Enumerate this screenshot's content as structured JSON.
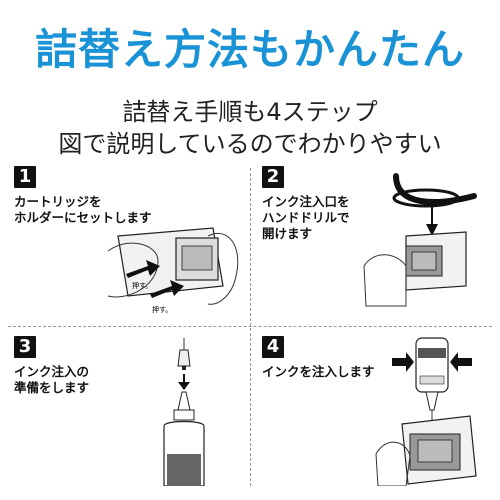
{
  "colors": {
    "title": "#1a93d6",
    "text": "#111111",
    "divider": "#999999"
  },
  "title": "詰替え方法もかんたん",
  "subtitle_line1": "詰替え手順も4ステップ",
  "subtitle_line2": "図で説明しているのでわかりやすい",
  "steps": [
    {
      "number": "1",
      "text": "カートリッジを\nホルダーにセットします",
      "press_label_1": "押す。",
      "press_label_2": "押す。"
    },
    {
      "number": "2",
      "text": "インク注入口を\nハンドドリルで\n開けます"
    },
    {
      "number": "3",
      "text": "インク注入の\n準備をします"
    },
    {
      "number": "4",
      "text": "インクを注入します"
    }
  ]
}
